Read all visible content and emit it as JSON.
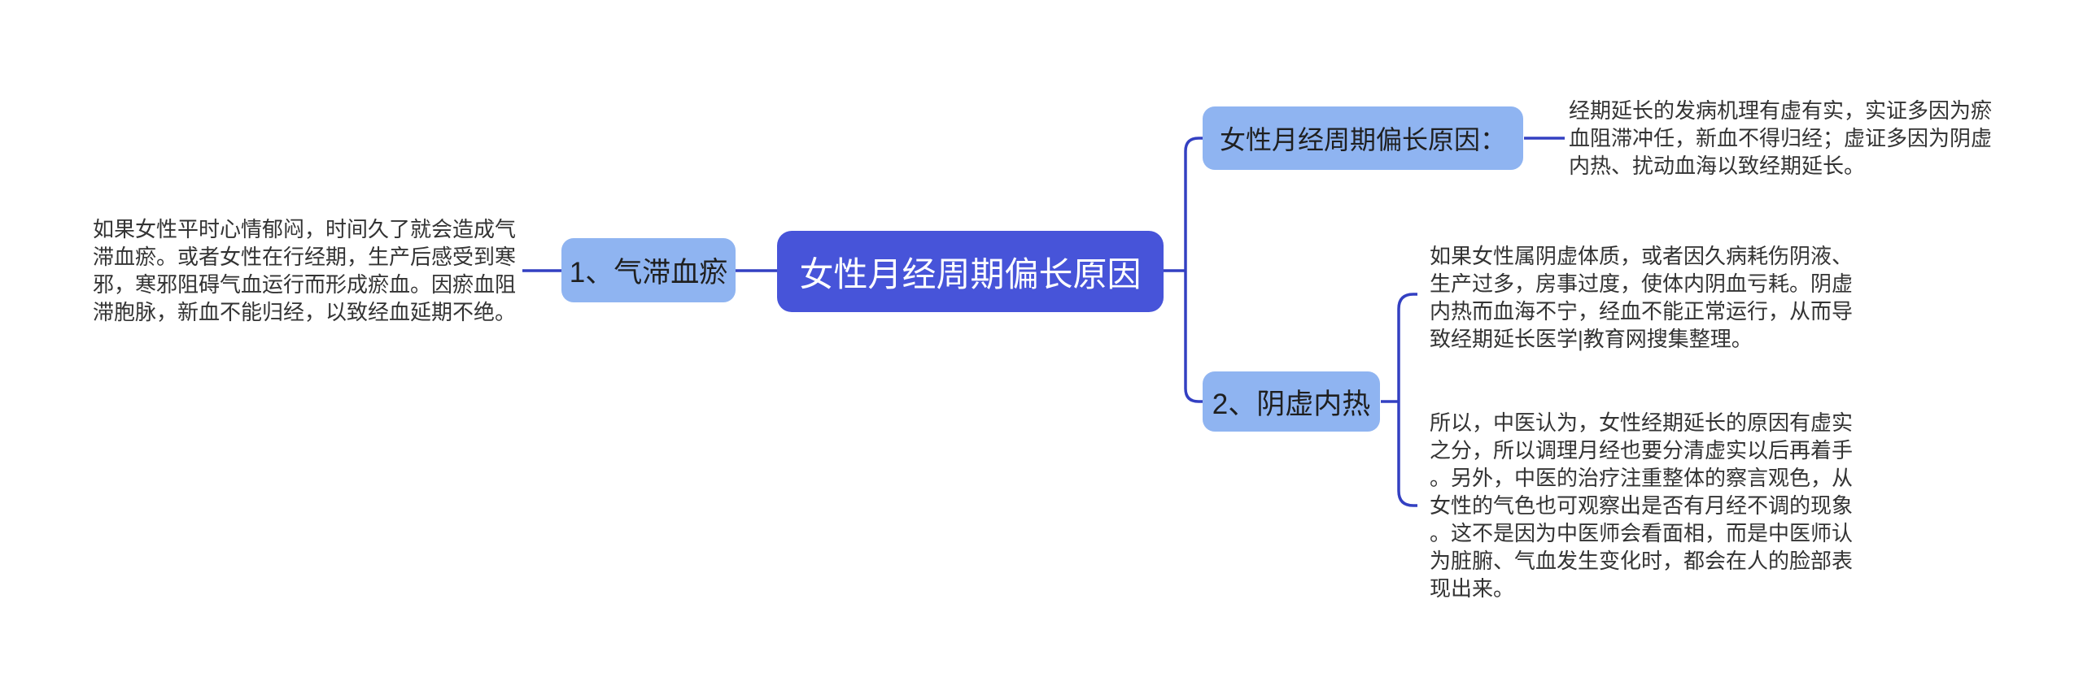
{
  "colors": {
    "canvas_bg": "#FFFFFF",
    "root_bg": "#4754D9",
    "root_text": "#FFFFFF",
    "branch_bg": "#8FB4F1",
    "branch_text": "#1F1F1F",
    "note_text": "#333333",
    "connector": "#3340C2"
  },
  "mindmap": {
    "root": {
      "label": "女性月经周期偏长原因"
    },
    "left": {
      "node_label": "1、气滞血瘀",
      "note": "如果女性平时心情郁闷，时间久了就会造成气滞血瘀。或者女性在行经期，生产后感受到寒邪，寒邪阻碍气血运行而形成瘀血。因瘀血阻滞胞脉，新血不能归经，以致经血延期不绝。"
    },
    "right": [
      {
        "node_label": "女性月经周期偏长原因：",
        "notes": [
          "经期延长的发病机理有虚有实，实证多因为瘀血阻滞冲任，新血不得归经；虚证多因为阴虚内热、扰动血海以致经期延长。"
        ]
      },
      {
        "node_label": "2、阴虚内热",
        "notes": [
          "如果女性属阴虚体质，或者因久病耗伤阴液、生产过多，房事过度，使体内阴血亏耗。阴虚内热而血海不宁，经血不能正常运行，从而导致经期延长医学|教育网搜集整理。",
          "所以，中医认为，女性经期延长的原因有虚实之分，所以调理月经也要分清虚实以后再着手。另外，中医的治疗注重整体的察言观色，从女性的气色也可观察出是否有月经不调的现象。这不是因为中医师会看面相，而是中医师认为脏腑、气血发生变化时，都会在人的脸部表现出来。"
        ]
      }
    ]
  }
}
